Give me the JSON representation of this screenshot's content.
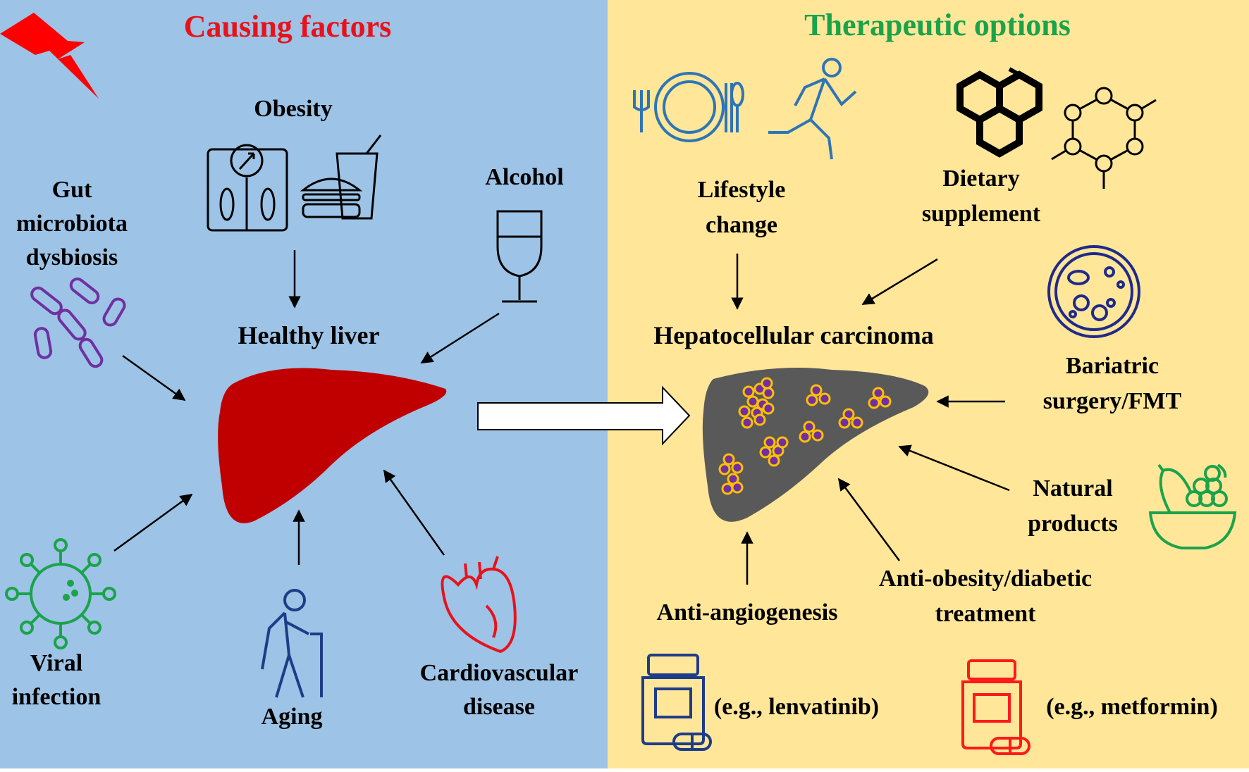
{
  "left_panel": {
    "title": "Causing factors",
    "title_color": "#e8121b",
    "background": "#9dc3e6",
    "factors": {
      "obesity": "Obesity",
      "gut": [
        "Gut",
        "microbiota",
        "dysbiosis"
      ],
      "alcohol": "Alcohol",
      "viral": [
        "Viral",
        "infection"
      ],
      "aging": "Aging",
      "cardio": [
        "Cardiovascular",
        "disease"
      ]
    },
    "center_label": "Healthy liver",
    "liver_color": "#c00000"
  },
  "right_panel": {
    "title": "Therapeutic options",
    "title_color": "#1aa34a",
    "background": "#ffe699",
    "options": {
      "lifestyle": [
        "Lifestyle",
        "change"
      ],
      "dietary": [
        "Dietary",
        "supplement"
      ],
      "bariatric": [
        "Bariatric",
        "surgery/FMT"
      ],
      "natural": [
        "Natural",
        "products"
      ],
      "anti_angio": "Anti-angiogenesis",
      "anti_obesity": [
        "Anti-obesity/diabetic",
        "treatment"
      ]
    },
    "center_label": "Hepatocellular carcinoma",
    "liver_color": "#595959",
    "drug_examples": {
      "left": "(e.g., lenvatinib)",
      "right": "(e.g., metformin)"
    }
  },
  "icons": {
    "lightning": "lightning-icon",
    "scale": "weighing-scale-icon",
    "fastfood": "burger-drink-icon",
    "wine": "wine-glass-icon",
    "bacteria": "bacteria-icon",
    "virus": "virus-icon",
    "elderly": "elderly-person-icon",
    "heart": "heart-icon",
    "cutlery": "plate-cutlery-icon",
    "runner": "running-person-icon",
    "molecule": "molecule-icon",
    "cell": "cell-dish-icon",
    "fruit": "fruit-bowl-icon",
    "pill_bottle_blue": "pill-bottle-icon",
    "pill_bottle_red": "pill-bottle-icon"
  }
}
